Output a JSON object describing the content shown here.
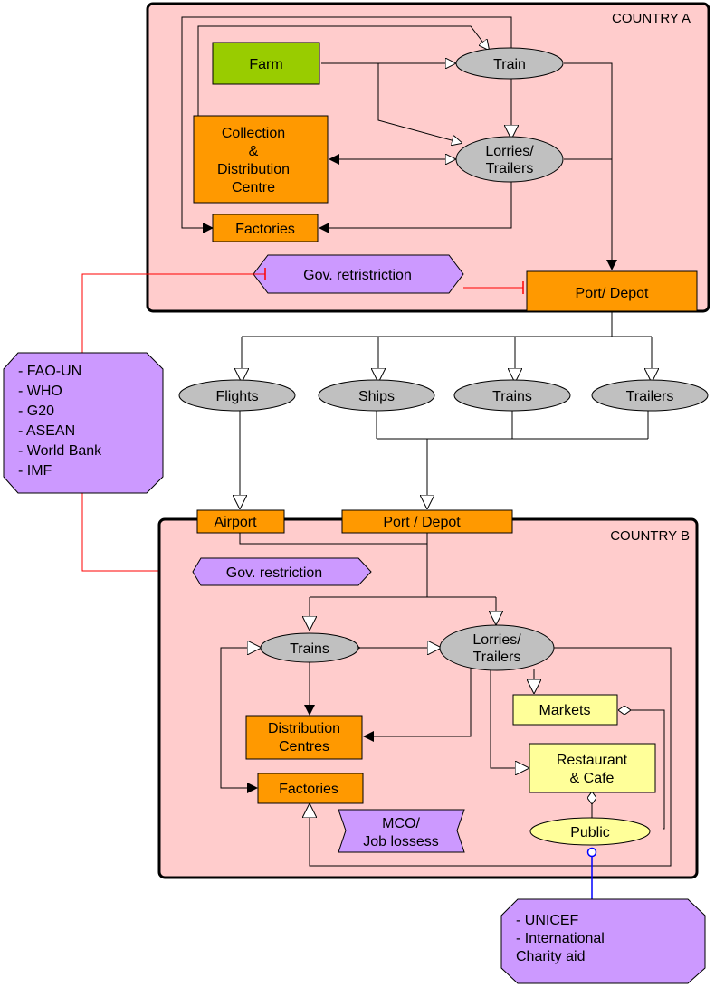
{
  "diagram": {
    "country_a": "COUNTRY A",
    "country_b": "COUNTRY B",
    "a_nodes": {
      "farm": "Farm",
      "train": "Train",
      "collection": [
        "Collection",
        "&",
        "Distribution",
        "Centre"
      ],
      "lorries": [
        "Lorries/",
        "Trailers"
      ],
      "factories": "Factories",
      "gov_restriction": "Gov. retristriction",
      "port": "Port/ Depot"
    },
    "transport": {
      "flights": "Flights",
      "ships": "Ships",
      "trains": "Trains",
      "trailers": "Trailers"
    },
    "orgs_left": [
      "- FAO-UN",
      "- WHO",
      "- G20",
      "- ASEAN",
      "- World Bank",
      "- IMF"
    ],
    "b_nodes": {
      "airport": "Airport",
      "port": "Port / Depot",
      "gov_restriction": "Gov. restriction",
      "trains": "Trains",
      "lorries": [
        "Lorries/",
        "Trailers"
      ],
      "distribution": [
        "Distribution",
        "Centres"
      ],
      "markets": "Markets",
      "restaurant": [
        "Restaurant",
        "& Cafe"
      ],
      "factories": "Factories",
      "mco": [
        "MCO/",
        "Job lossess"
      ],
      "public": "Public"
    },
    "orgs_bottom": [
      "- UNICEF",
      "- International",
      "Charity aid"
    ],
    "colors": {
      "country_bg": "#ffcccc",
      "orange": "#ff9900",
      "green": "#99cc00",
      "gray_ellipse": "#c0c0c0",
      "purple": "#cc99ff",
      "yellow": "#ffff99",
      "restriction_line": "#ff0000",
      "aid_line": "#0000ff"
    }
  }
}
